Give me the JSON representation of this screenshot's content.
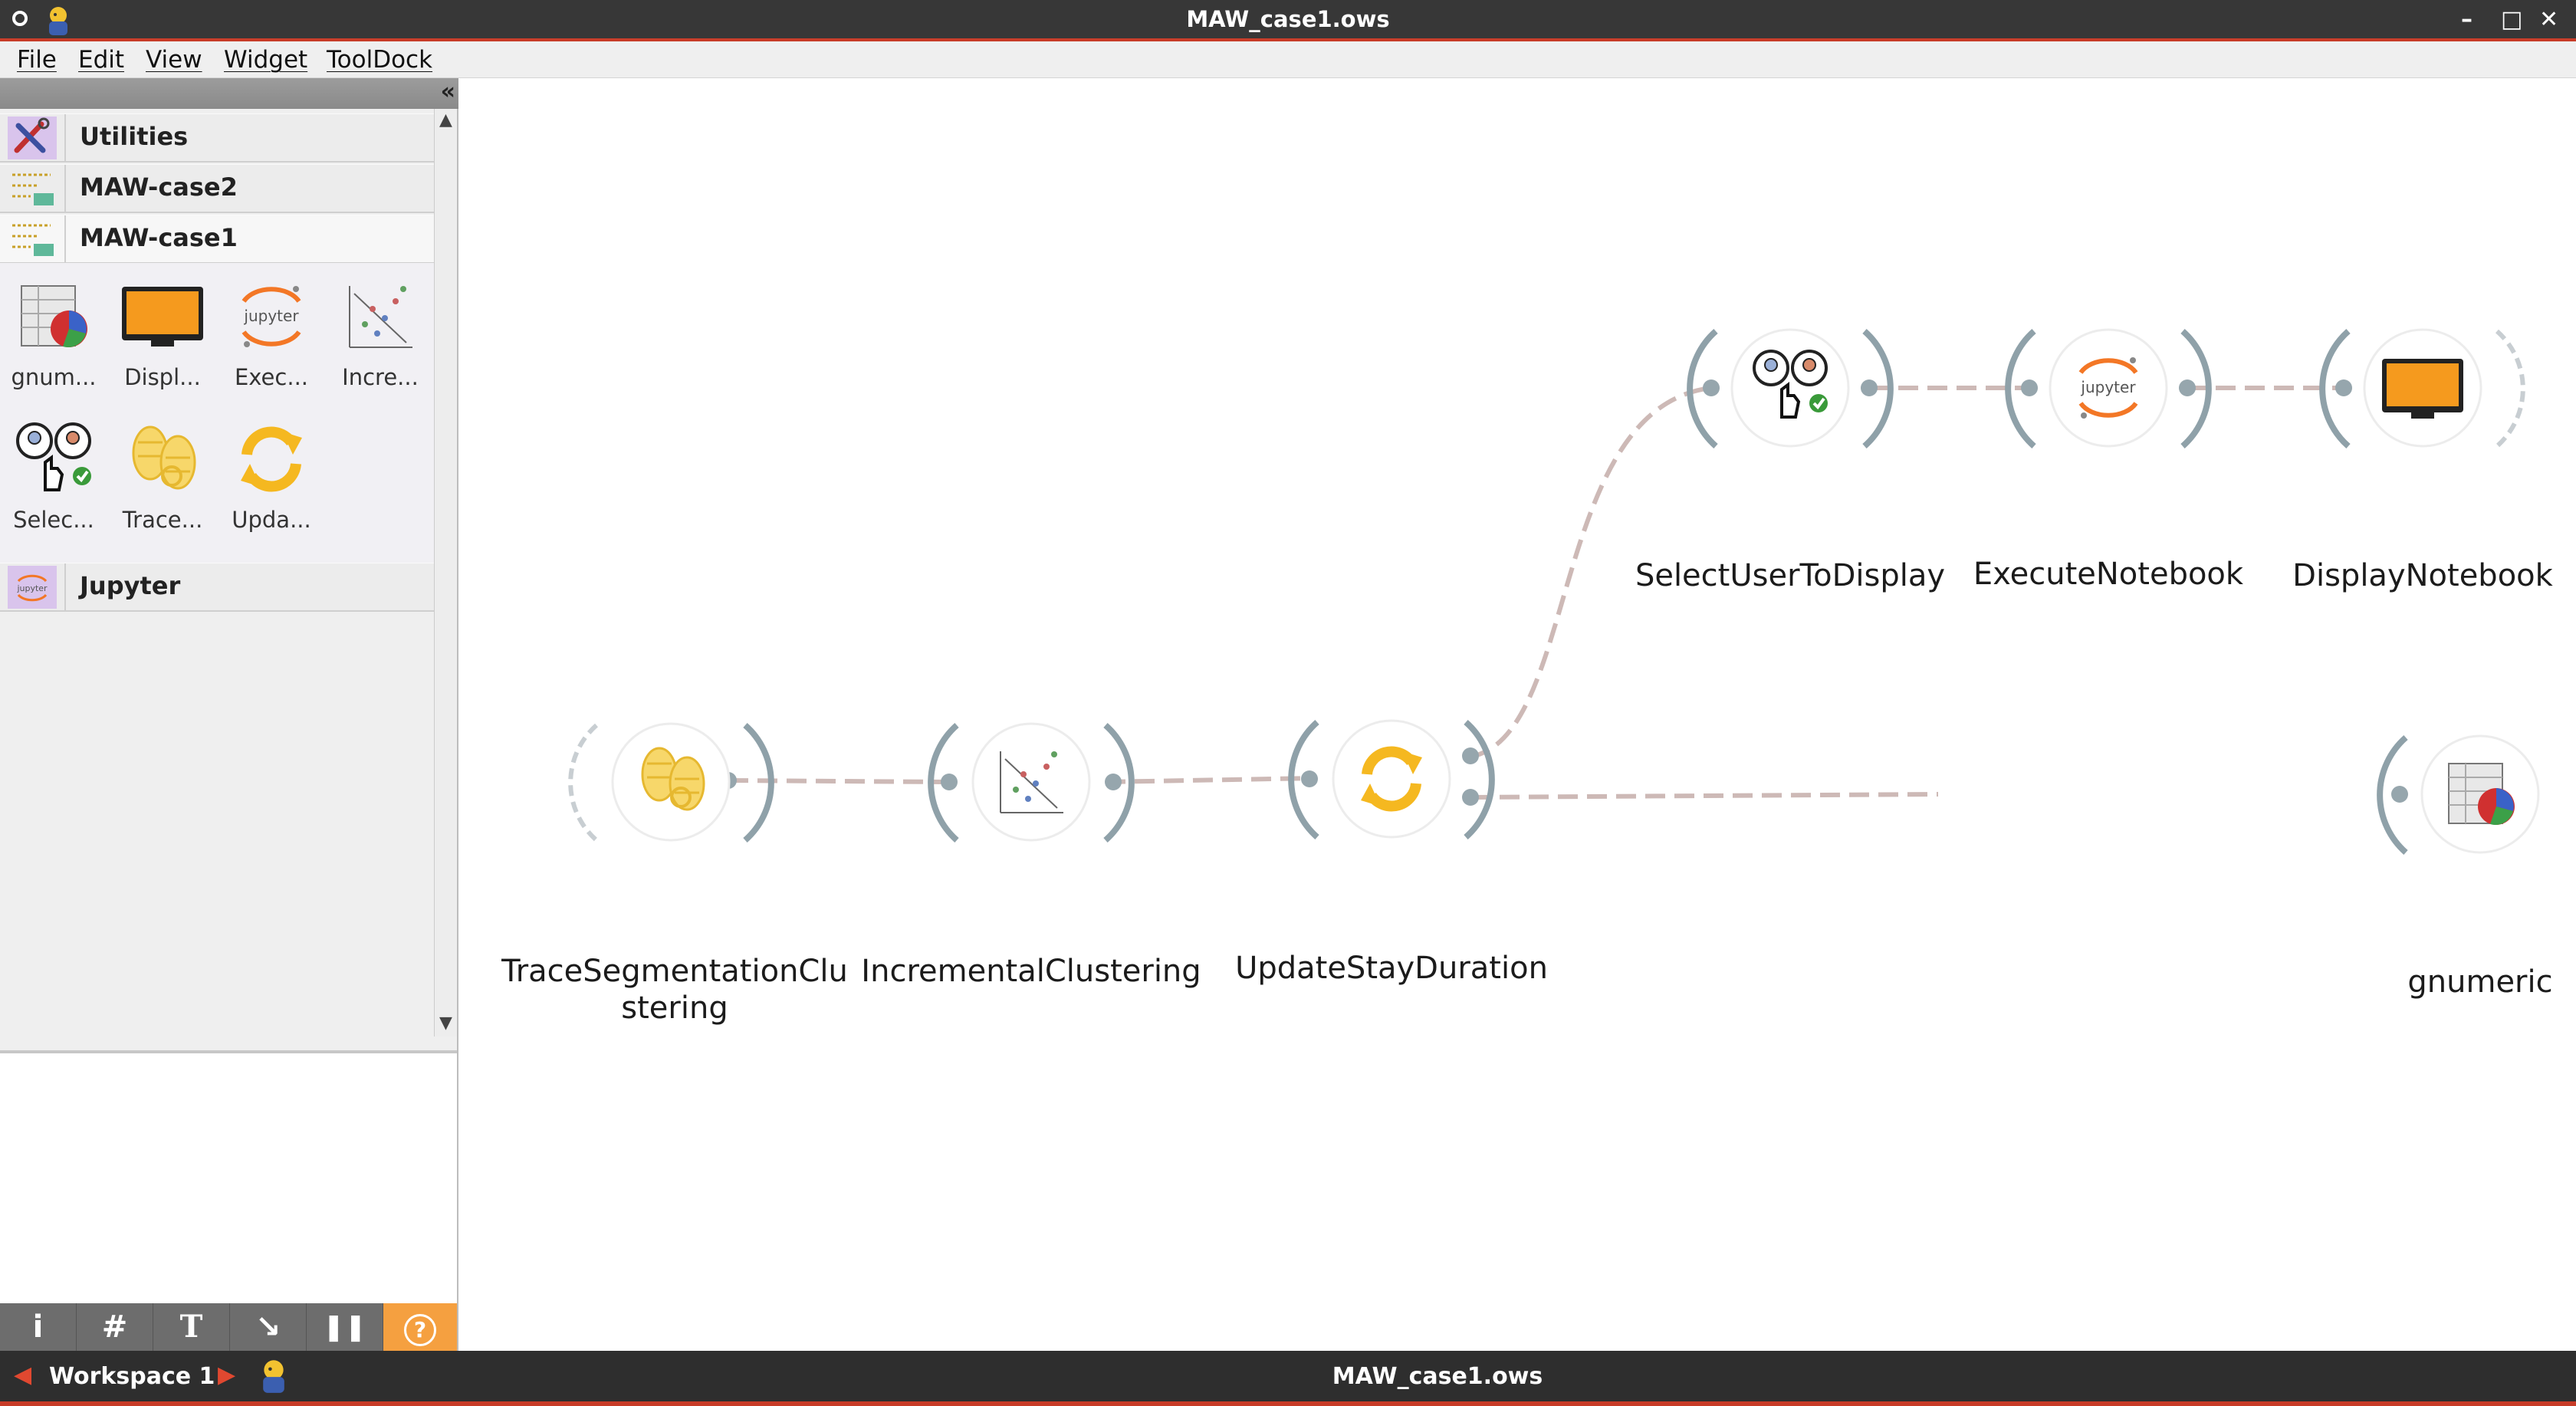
{
  "window": {
    "title": "MAW_case1.ows",
    "minimize": "–",
    "maximize": "□",
    "close": "✕"
  },
  "menubar": {
    "items": [
      "File",
      "Edit",
      "View",
      "Widget",
      "ToolDock"
    ]
  },
  "dock": {
    "collapse_glyph": "«",
    "categories": [
      {
        "label": "Utilities",
        "icon": "utilities-icon"
      },
      {
        "label": "MAW-case2",
        "icon": "workflow-icon"
      },
      {
        "label": "MAW-case1",
        "icon": "workflow-icon"
      },
      {
        "label": "Jupyter",
        "icon": "jupyter-icon"
      }
    ],
    "widgets": [
      {
        "label": "gnum...",
        "icon": "spreadsheet-icon"
      },
      {
        "label": "Displ...",
        "icon": "monitor-icon"
      },
      {
        "label": "Exec...",
        "icon": "jupyter-icon"
      },
      {
        "label": "Incre...",
        "icon": "scatter-icon"
      },
      {
        "label": "Selec...",
        "icon": "select-users-icon"
      },
      {
        "label": "Trace...",
        "icon": "footprints-icon"
      },
      {
        "label": "Upda...",
        "icon": "refresh-icon"
      }
    ],
    "toolbar": [
      "i",
      "#",
      "T",
      "↘",
      "❚❚",
      "?"
    ]
  },
  "canvas": {
    "nodes": [
      {
        "id": "trace",
        "label_line1": "TraceSegmentationClu",
        "label_line2": "stering",
        "icon": "footprints-icon"
      },
      {
        "id": "incr",
        "label_line1": "IncrementalClustering",
        "icon": "scatter-icon"
      },
      {
        "id": "upd",
        "label_line1": "UpdateStayDuration",
        "icon": "refresh-icon"
      },
      {
        "id": "sel",
        "label_line1": "SelectUserToDisplay",
        "icon": "select-users-icon"
      },
      {
        "id": "exec",
        "label_line1": "ExecuteNotebook",
        "icon": "jupyter-icon"
      },
      {
        "id": "disp",
        "label_line1": "DisplayNotebook",
        "icon": "monitor-icon"
      },
      {
        "id": "gnum",
        "label_line1": "gnumeric",
        "icon": "spreadsheet-icon"
      }
    ]
  },
  "statusbar": {
    "workspace": "Workspace 1",
    "file": "MAW_case1.ows"
  },
  "colors": {
    "accent": "#c83c28",
    "link": "#c8b4b0",
    "anchor": "#8a9aa2",
    "orange": "#f5a623"
  }
}
